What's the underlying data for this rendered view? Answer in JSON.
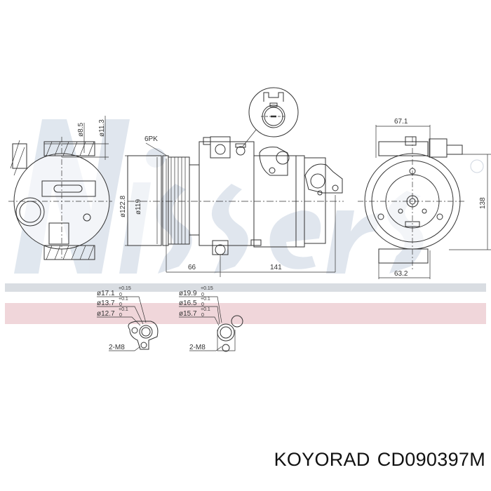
{
  "watermark": {
    "text": "Nissens",
    "color": "#dce3ec"
  },
  "views": {
    "side_left": {
      "dims": {
        "d1": "ø8.5",
        "d2": "ø11.3",
        "d3": "ø122.8"
      }
    },
    "front": {
      "pulley_label": "6PK",
      "dims": {
        "pulley_dia": "ø119",
        "total_dia": "ø122.8",
        "len_a": "66",
        "len_b": "141"
      }
    },
    "end": {
      "dims": {
        "top_width": "67.1",
        "height": "138",
        "bottom_width": "63.2"
      }
    }
  },
  "ports": {
    "left": {
      "lines": [
        {
          "dia": "ø17.1",
          "tol_upper": "+0.15",
          "tol_lower": "0"
        },
        {
          "dia": "ø13.7",
          "tol_upper": "+0.1",
          "tol_lower": "0"
        },
        {
          "dia": "ø12.7",
          "tol_upper": "+0.1",
          "tol_lower": "0"
        }
      ],
      "thread": "2-M8"
    },
    "right": {
      "lines": [
        {
          "dia": "ø19.9",
          "tol_upper": "+0.15",
          "tol_lower": "0"
        },
        {
          "dia": "ø16.5",
          "tol_upper": "+0.1",
          "tol_lower": "0"
        },
        {
          "dia": "ø15.7",
          "tol_upper": "+0.1",
          "tol_lower": "0"
        }
      ],
      "thread": "2-M8"
    }
  },
  "caption": {
    "brand": "KOYORAD",
    "part_number": "CD090397M"
  },
  "colors": {
    "band_gray": "#d9dde2",
    "band_pink": "#f0d6da",
    "line": "#333333"
  }
}
